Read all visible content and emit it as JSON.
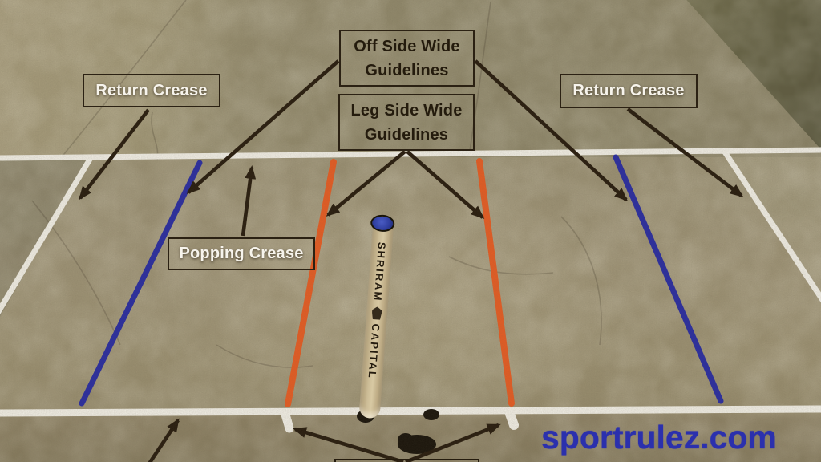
{
  "diagram": {
    "type": "annotated-photo-diagram",
    "subject": "cricket pitch crease markings",
    "labels": {
      "return_crease_left": "Return Crease",
      "off_side_wide": "Off Side Wide Guidelines",
      "leg_side_wide": "Leg Side Wide Guidelines",
      "return_crease_right": "Return Crease",
      "popping_crease": "Popping Crease"
    },
    "stump_brand": {
      "line1": "SHRIRAM",
      "line2": "CAPITAL"
    },
    "watermark": "sportrulez.com",
    "colors": {
      "crease_line_white": "#f2efe6",
      "return_crease_marking_blue": "#2a2da2",
      "wide_guideline_orange": "#e65d24",
      "annotation_dark": "#281c0e",
      "label_text_white": "#f7f4ec",
      "label_text_dark": "#241b0d",
      "watermark_blue": "#2b30ad",
      "pitch_tan": "#9a9073"
    }
  }
}
